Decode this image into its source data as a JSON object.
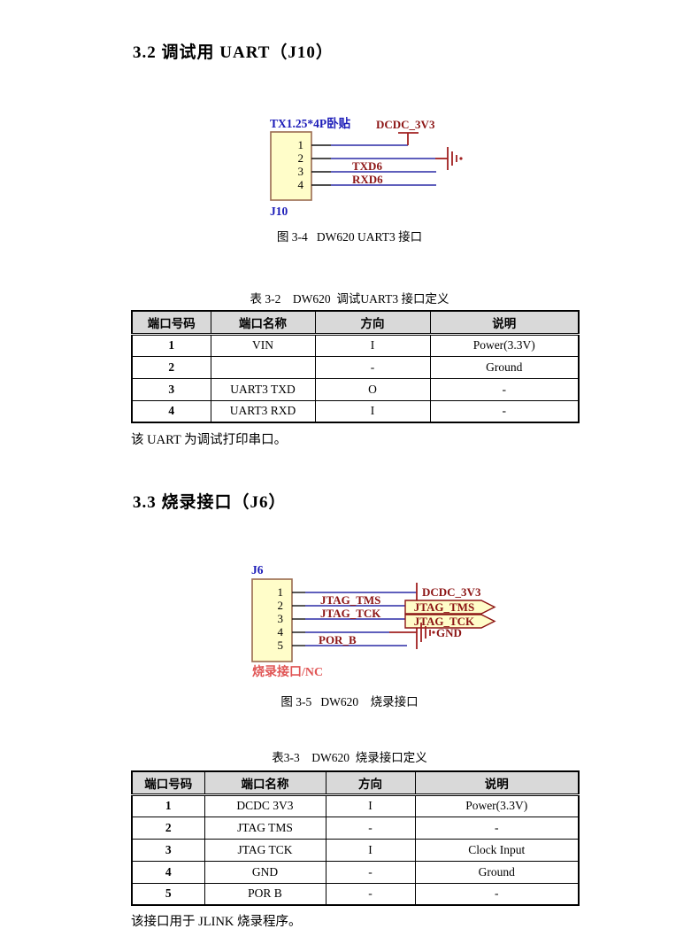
{
  "colors": {
    "designator_blue": "#1c1cb8",
    "wire_blue": "#2a2aa6",
    "net_red": "#8c1414",
    "power_red": "#a02020",
    "note_red": "#e05555",
    "part_fill": "#fffdc9",
    "part_border": "#9a6a50",
    "header_bg": "#d9d9d9"
  },
  "sections": {
    "s32_heading": "3.2 调试用 UART（J10）",
    "s33_heading": "3.3 烧录接口（J6）"
  },
  "paragraphs": {
    "uart_note": "该 UART 为调试打印串口。",
    "jlink_note": "该接口用于 JLINK 烧录程序。"
  },
  "figure_4": {
    "caption": "图 3-4   DW620 UART3 接口"
  },
  "figure_5": {
    "caption": "图 3-5   DW620    烧录接口"
  },
  "diagram_uart": {
    "connector_type": "TX1.25*4P卧贴",
    "power_net": "DCDC_3V3",
    "designator": "J10",
    "pins": [
      "1",
      "2",
      "3",
      "4"
    ],
    "net_pin3": "TXD6",
    "net_pin4": "RXD6"
  },
  "diagram_jtag": {
    "designator": "J6",
    "power_net": "DCDC_3V3",
    "gnd": "GND",
    "pins": [
      "1",
      "2",
      "3",
      "4",
      "5"
    ],
    "net_pin2": "JTAG_TMS",
    "net_pin3": "JTAG_TCK",
    "net_pin5": "POR_B",
    "flag_tms": "JTAG_TMS",
    "flag_tck": "JTAG_TCK",
    "note": "烧录接口/NC"
  },
  "table_2": {
    "caption": "表 3-2    DW620  调试UART3 接口定义",
    "headers": [
      "端口号码",
      "端口名称",
      "方向",
      "说明"
    ],
    "rows": [
      [
        "1",
        "VIN",
        "I",
        "Power(3.3V)"
      ],
      [
        "2",
        "",
        "-",
        "Ground"
      ],
      [
        "3",
        "UART3 TXD",
        "O",
        "-"
      ],
      [
        "4",
        "UART3 RXD",
        "I",
        "-"
      ]
    ]
  },
  "table_3": {
    "caption": "表3-3    DW620  烧录接口定义",
    "headers": [
      "端口号码",
      "端口名称",
      "方向",
      "说明"
    ],
    "rows": [
      [
        "1",
        "DCDC 3V3",
        "I",
        "Power(3.3V)"
      ],
      [
        "2",
        "JTAG TMS",
        "-",
        "-"
      ],
      [
        "3",
        "JTAG TCK",
        "I",
        "Clock Input"
      ],
      [
        "4",
        "GND",
        "-",
        "Ground"
      ],
      [
        "5",
        "POR B",
        "-",
        "-"
      ]
    ]
  }
}
